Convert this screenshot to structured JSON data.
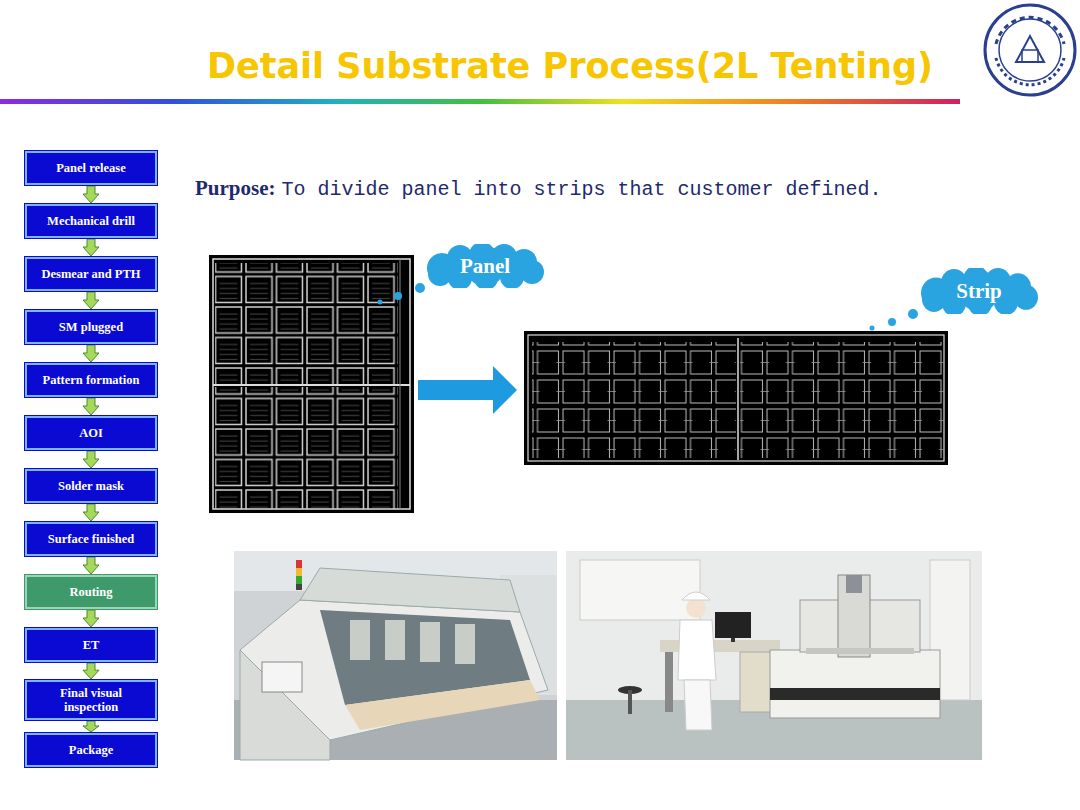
{
  "diagram": {
    "title": "Detail Substrate Process(2L Tenting)",
    "nodes": [
      {
        "text": [
          "Panel release"
        ]
      },
      {
        "text": [
          "Mechanical drill"
        ]
      },
      {
        "text": [
          "Desmear and PTH"
        ]
      },
      {
        "text": [
          "SM plugged"
        ]
      },
      {
        "text": [
          "Pattern formation"
        ]
      },
      {
        "text": [
          "AOI"
        ]
      },
      {
        "text": [
          "Solder mask"
        ]
      },
      {
        "text": [
          "Surface finished"
        ]
      },
      {
        "text": [
          "Routing"
        ]
      },
      {
        "text": [
          "ET"
        ]
      },
      {
        "text": [
          "Final visual inspection"
        ]
      },
      {
        "text": [
          "Package"
        ]
      },
      {
        "text": [
          "Panel"
        ]
      },
      {
        "text": [
          "Strip"
        ]
      }
    ],
    "edges": [
      {
        "from": 0,
        "to": 1,
        "arrow": "to"
      },
      {
        "from": 1,
        "to": 2,
        "arrow": "to"
      },
      {
        "from": 2,
        "to": 3,
        "arrow": "to"
      },
      {
        "from": 3,
        "to": 4,
        "arrow": "to"
      },
      {
        "from": 4,
        "to": 5,
        "arrow": "to"
      },
      {
        "from": 5,
        "to": 6,
        "arrow": "to"
      },
      {
        "from": 6,
        "to": 7,
        "arrow": "to"
      },
      {
        "from": 7,
        "to": 8,
        "arrow": "to"
      },
      {
        "from": 8,
        "to": 9,
        "arrow": "to"
      },
      {
        "from": 9,
        "to": 10,
        "arrow": "to"
      },
      {
        "from": 10,
        "to": 11,
        "arrow": "to"
      }
    ],
    "labels": [
      "Purpose:",
      "To divide panel into strips that customer defined."
    ]
  }
}
